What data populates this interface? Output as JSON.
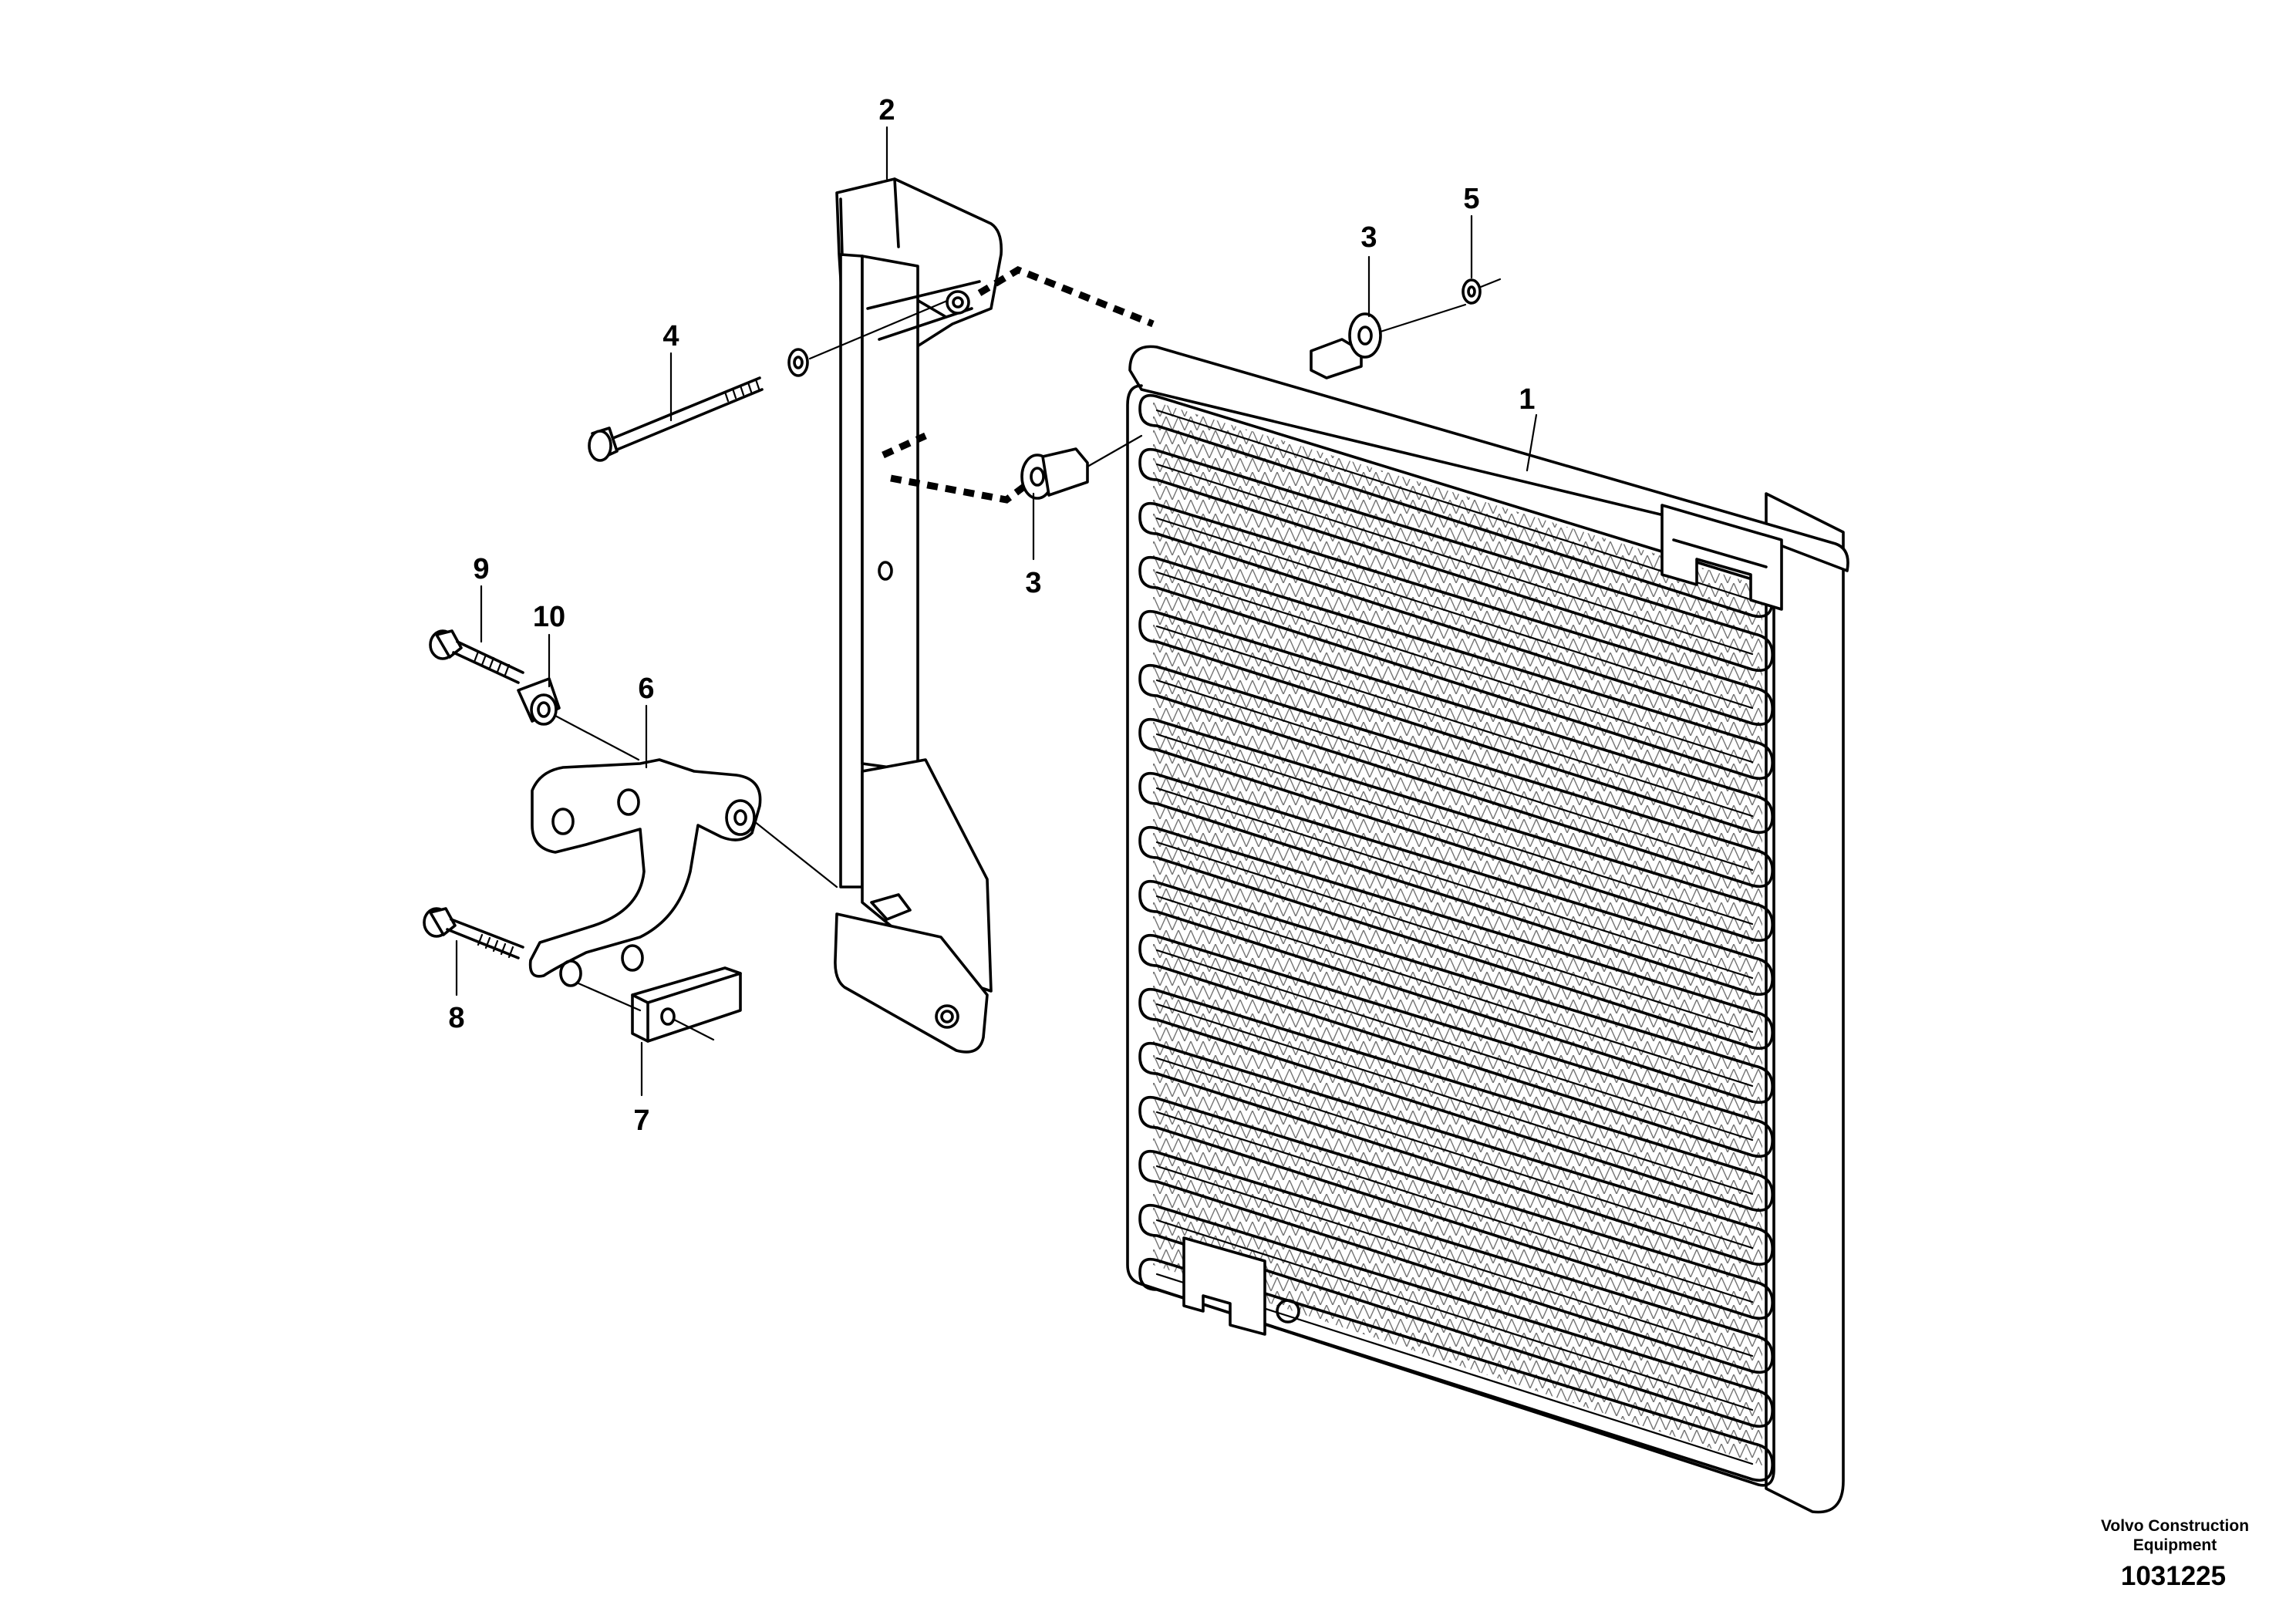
{
  "callouts": {
    "c1": "1",
    "c2": "2",
    "c3a": "3",
    "c3b": "3",
    "c4": "4",
    "c5": "5",
    "c6": "6",
    "c7": "7",
    "c8": "8",
    "c9": "9",
    "c10": "10"
  },
  "footer": {
    "brand_line1": "Volvo Construction",
    "brand_line2": "Equipment",
    "doc_number": "1031225"
  }
}
